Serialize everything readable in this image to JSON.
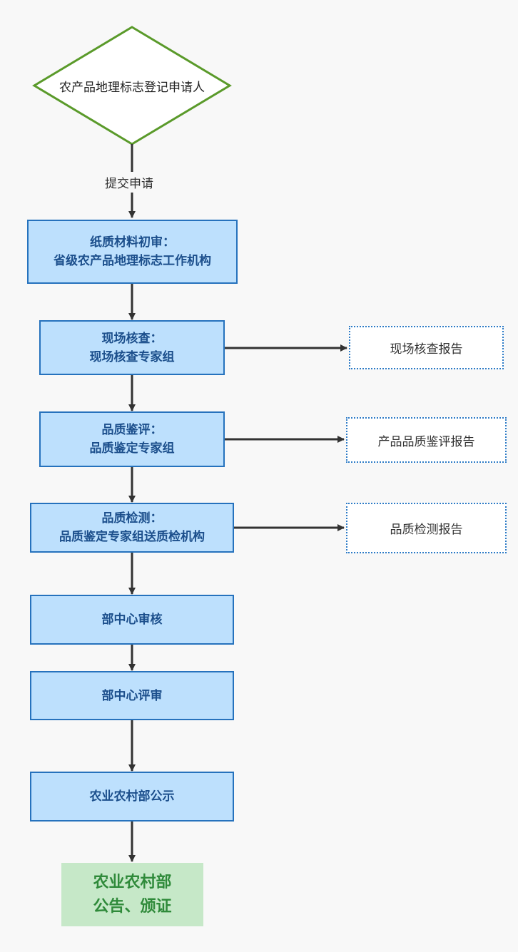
{
  "colors": {
    "step_fill": "#bde0fd",
    "step_border": "#2672bd",
    "step_text": "#1c4f8c",
    "diamond_border": "#5a9a2a",
    "report_border": "#2d7bc6",
    "final_fill": "#c6e8c8",
    "final_text": "#2f8a3a",
    "arrow": "#333333"
  },
  "applicant": "农产品地理标志登记申请人",
  "submit_label": "提交申请",
  "steps": {
    "paper_review": {
      "line1": "纸质材料初审：",
      "line2": "省级农产品地理标志工作机构"
    },
    "site_check": {
      "line1": "现场核查：",
      "line2": "现场核查专家组"
    },
    "quality_eval": {
      "line1": "品质鉴评：",
      "line2": "品质鉴定专家组"
    },
    "quality_test": {
      "line1": "品质检测：",
      "line2": "品质鉴定专家组送质检机构"
    },
    "center_audit": "部中心审核",
    "center_review": "部中心评审",
    "ministry_publicity": "农业农村部公示"
  },
  "reports": {
    "site_check_report": "现场核查报告",
    "quality_eval_report": "产品品质鉴评报告",
    "quality_test_report": "品质检测报告"
  },
  "final": {
    "line1": "农业农村部",
    "line2": "公告、颁证"
  }
}
